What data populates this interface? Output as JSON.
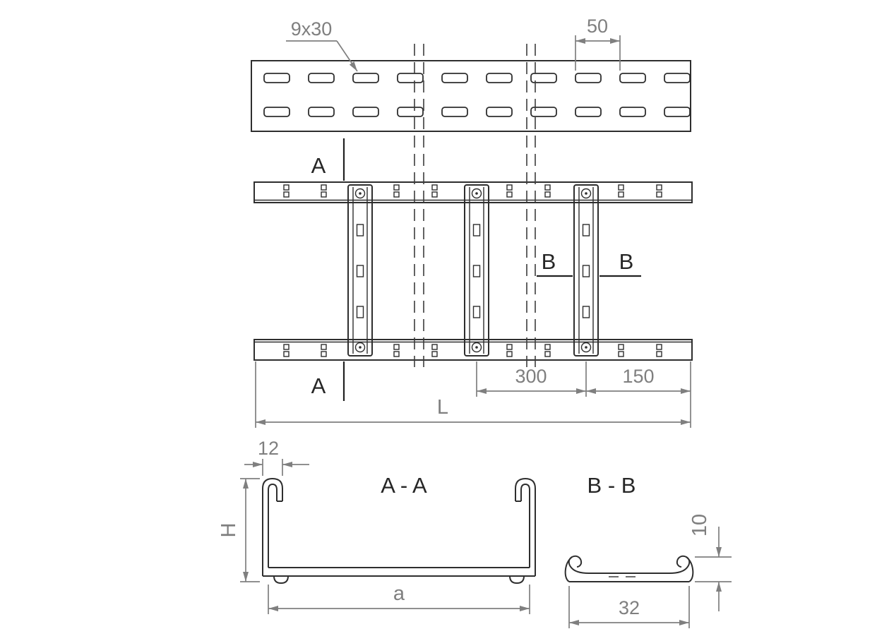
{
  "drawing": {
    "colors": {
      "object_line": "#2e2e2e",
      "dimension": "#7f7f7f",
      "background": "#ffffff"
    },
    "top_view": {
      "slot_label": "9x30",
      "slot_pitch": "50"
    },
    "plan_view": {
      "section_a": "A",
      "section_b": "B",
      "rung_spacing": "300",
      "end_spacing": "150",
      "length": "L"
    },
    "section_aa": {
      "title": "A - A",
      "flange_width": "12",
      "height": "H",
      "inner_width": "a"
    },
    "section_bb": {
      "title": "B - B",
      "height": "10",
      "width": "32"
    }
  }
}
